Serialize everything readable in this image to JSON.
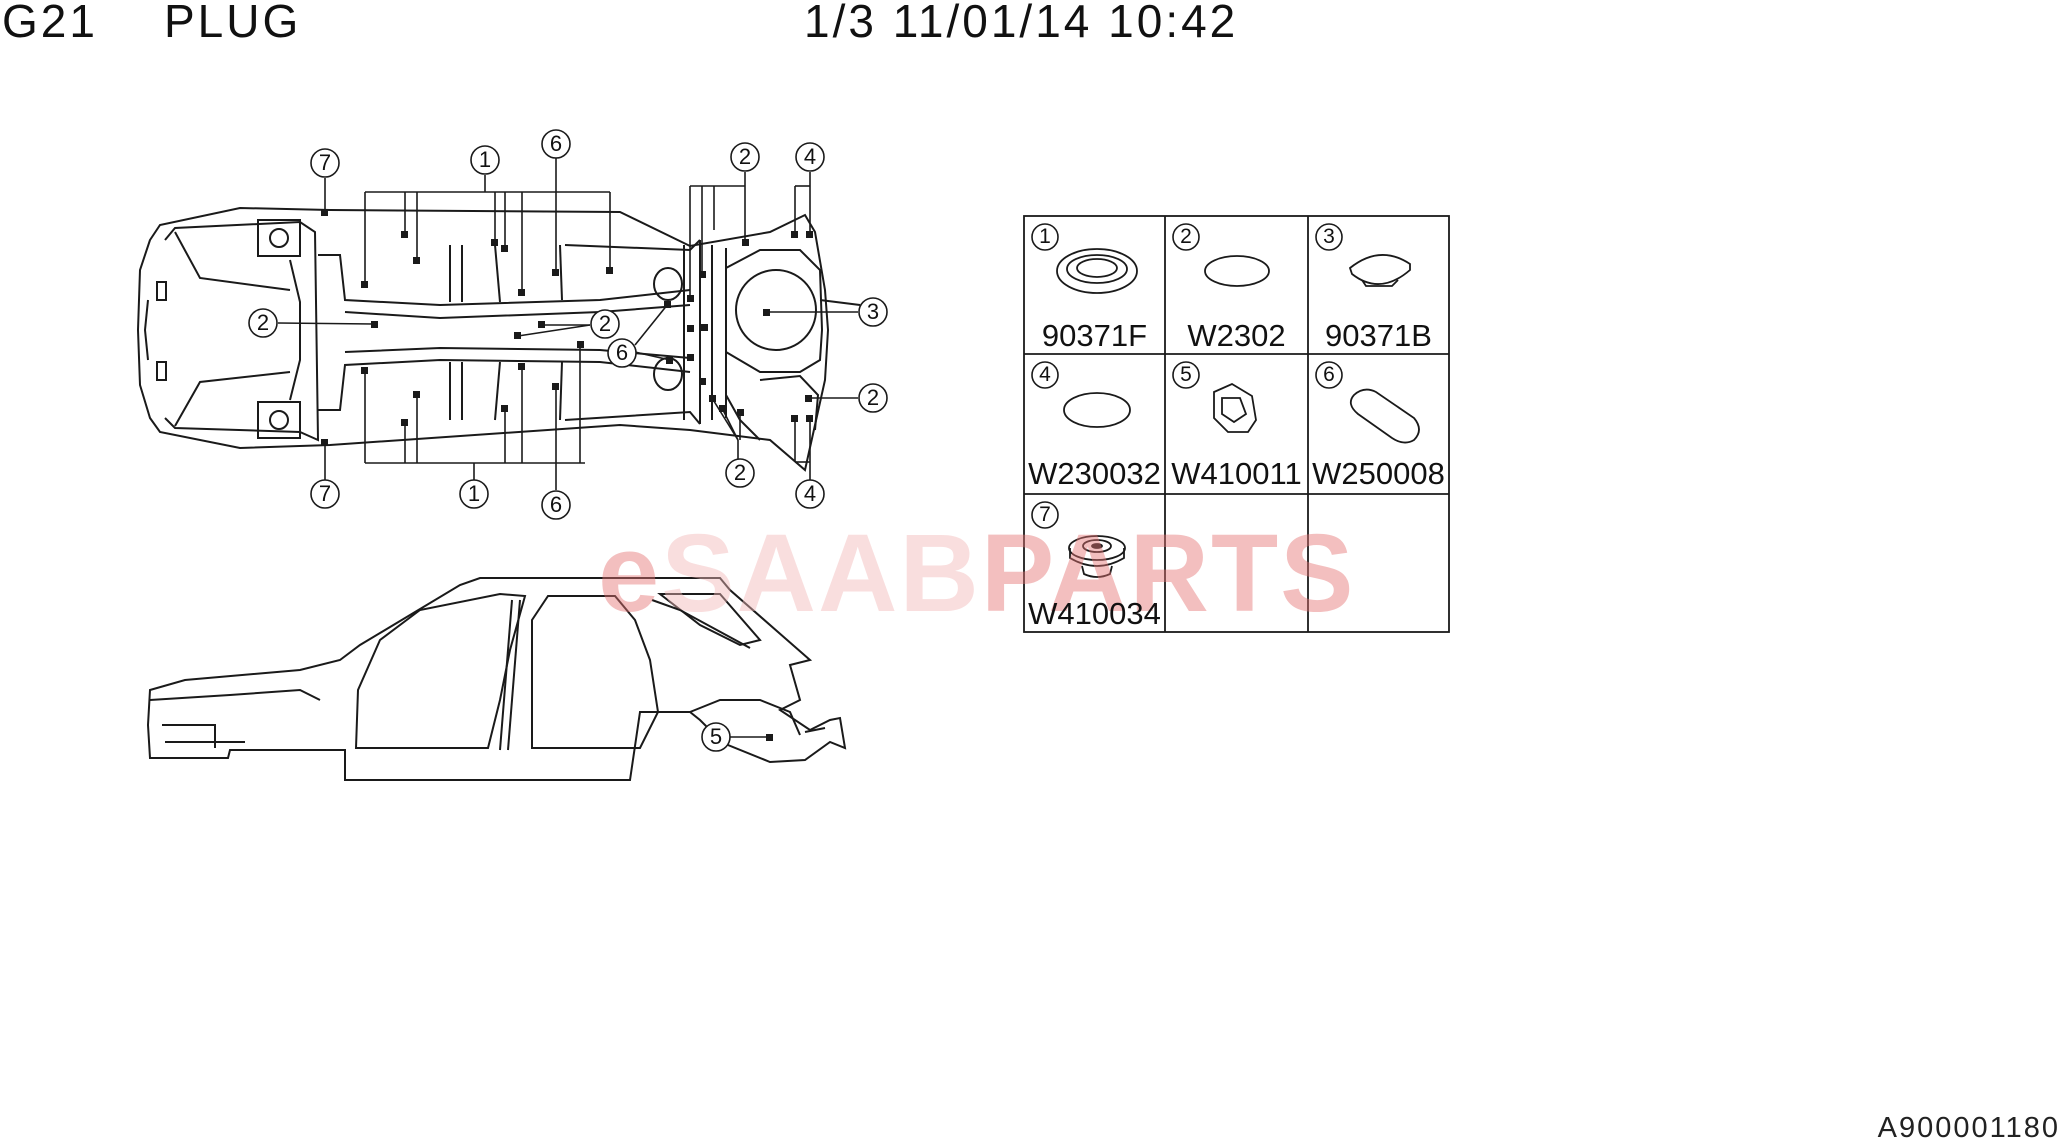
{
  "header": {
    "group_code": "G21",
    "group_title": "PLUG",
    "page_info": "1/3 11/01/14 10:42"
  },
  "watermark": {
    "prefix": "e",
    "middle": "SAAB",
    "suffix": "PARTS",
    "color": "#e57373"
  },
  "parts": [
    {
      "callout": "1",
      "part_number": "90371F"
    },
    {
      "callout": "2",
      "part_number": "W2302"
    },
    {
      "callout": "3",
      "part_number": "90371B"
    },
    {
      "callout": "4",
      "part_number": "W230032"
    },
    {
      "callout": "5",
      "part_number": "W410011"
    },
    {
      "callout": "6",
      "part_number": "W250008"
    },
    {
      "callout": "7",
      "part_number": "W410034"
    }
  ],
  "callouts": {
    "c1_top": "1",
    "c6_top": "6",
    "c7_top": "7",
    "c2_top": "2",
    "c4_top": "4",
    "c2_left": "2",
    "c2_mid": "2",
    "c6_mid": "6",
    "c3_right": "3",
    "c2_right": "2",
    "c7_bot": "7",
    "c1_bot": "1",
    "c6_bot": "6",
    "c2_bot": "2",
    "c4_bot": "4",
    "c5_side": "5"
  },
  "footer": {
    "reference": "A900001180"
  },
  "colors": {
    "line": "#1a1a1a",
    "ink": "#111111"
  }
}
